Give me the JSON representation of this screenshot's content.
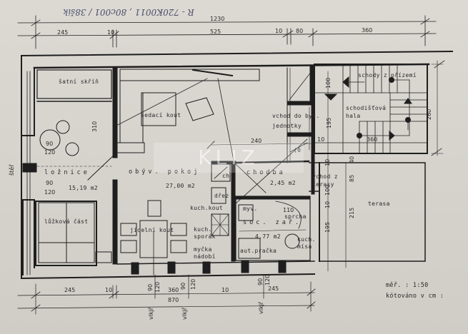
{
  "handwritten_note": "R - 720K0011 , 80c001 / 38šik",
  "watermark": "KLIZ",
  "dimensions_top": {
    "total": "1230",
    "segments": [
      "245",
      "10",
      "525",
      "10",
      "80",
      "360"
    ]
  },
  "dimensions_bottom": {
    "total": "870",
    "segments": [
      "245",
      "10",
      "90",
      "120",
      "360",
      "90",
      "120",
      "10",
      "90",
      "120",
      "245"
    ],
    "window_labels": [
      "vlkjř",
      "vlkjř",
      "vlkjř"
    ]
  },
  "dimensions_inner": {
    "bedroom_height": "310",
    "bedroom_window_a": "90",
    "bedroom_window_b": "120",
    "bedroom_lower_a": "90",
    "bedroom_lower_b": "120",
    "corridor_width": "240",
    "entry_top": "100",
    "entry_side": "195",
    "entry_gap": "10",
    "stair_width": "360",
    "stair_height": "260",
    "terrace_a": "40",
    "terrace_b": "10",
    "terrace_c": "85",
    "terrace_d": "100",
    "terrace_e": "10",
    "terrace_f": "215",
    "terrace_g": "195",
    "shower": "110",
    "left_side": "štěř"
  },
  "rooms": {
    "wardrobe": "šatní skříň",
    "seating": "sedací kout",
    "bedroom": "ložnice",
    "bedroom_area": "15,19 m2",
    "bed_area": "lůžková část",
    "living": "obýv. pokoj",
    "living_area": "27,00 m2",
    "dining": "jídelní kout",
    "kitchen": "kuch.kout",
    "pantry": "dřez",
    "stove": "kuch. sporák",
    "dishwasher": "myčka nádobí",
    "closet": "ch",
    "hall": "chodba",
    "hall_area": "2,45 m2",
    "bathroom": "soc. zař.",
    "bathroom_area": "4,77 m2",
    "shower": "sprcha",
    "washbasin": "myv.",
    "washer": "aut.pračka",
    "sink": "kuch. mísa",
    "entry": "vchod do byt. jednotky",
    "terrace_entry": "vchod z terasy",
    "terrace": "terasa",
    "stair_hall": "schodišťová hala",
    "stairs": "schody z přízemí",
    "wc_label": "(0"
  },
  "legend": {
    "scale": "měř. : 1:50",
    "units": "kótováno v cm :"
  },
  "colors": {
    "paper": "#d8d5cf",
    "ink": "#1e1e1e",
    "handwriting": "#4a4f6a"
  }
}
